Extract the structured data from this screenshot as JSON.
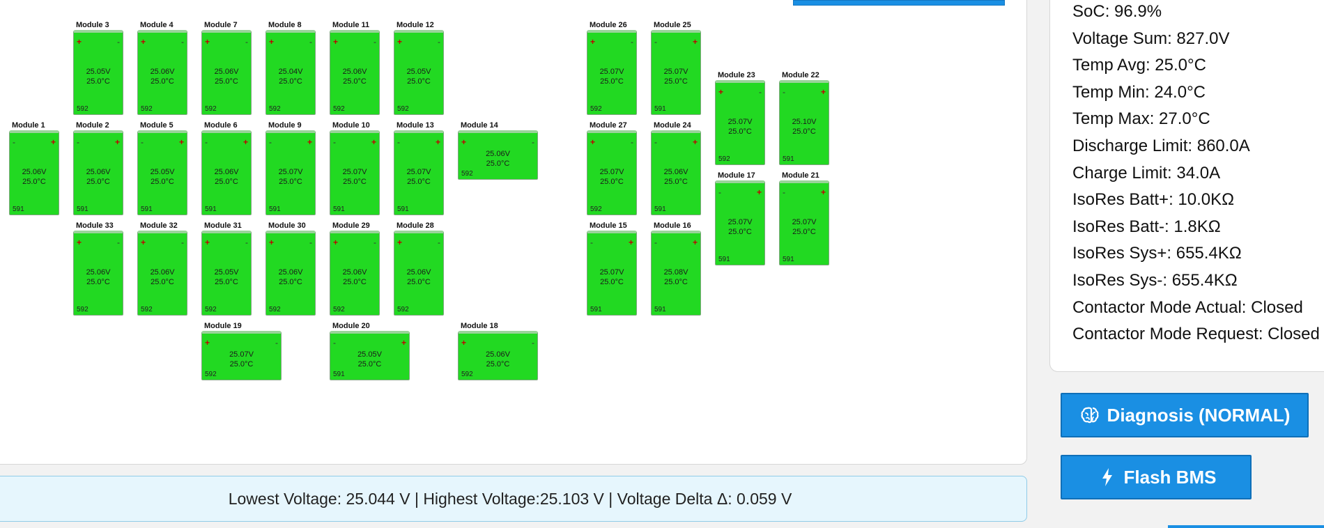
{
  "modules": [
    {
      "name": "Module 3",
      "voltage": "25.05V",
      "temp": "25.0°C",
      "id": "592",
      "left_term": "+",
      "right_term": "-"
    },
    {
      "name": "Module 4",
      "voltage": "25.06V",
      "temp": "25.0°C",
      "id": "592",
      "left_term": "+",
      "right_term": "-"
    },
    {
      "name": "Module 7",
      "voltage": "25.06V",
      "temp": "25.0°C",
      "id": "592",
      "left_term": "+",
      "right_term": "-"
    },
    {
      "name": "Module 8",
      "voltage": "25.04V",
      "temp": "25.0°C",
      "id": "592",
      "left_term": "+",
      "right_term": "-"
    },
    {
      "name": "Module 11",
      "voltage": "25.06V",
      "temp": "25.0°C",
      "id": "592",
      "left_term": "+",
      "right_term": "-"
    },
    {
      "name": "Module 12",
      "voltage": "25.05V",
      "temp": "25.0°C",
      "id": "592",
      "left_term": "+",
      "right_term": "-"
    },
    {
      "name": "Module 26",
      "voltage": "25.07V",
      "temp": "25.0°C",
      "id": "592",
      "left_term": "+",
      "right_term": "-"
    },
    {
      "name": "Module 25",
      "voltage": "25.07V",
      "temp": "25.0°C",
      "id": "591",
      "left_term": "-",
      "right_term": "+"
    },
    {
      "name": "Module 23",
      "voltage": "25.07V",
      "temp": "25.0°C",
      "id": "592",
      "left_term": "+",
      "right_term": "-"
    },
    {
      "name": "Module 22",
      "voltage": "25.10V",
      "temp": "25.0°C",
      "id": "591",
      "left_term": "-",
      "right_term": "+"
    },
    {
      "name": "Module 1",
      "voltage": "25.06V",
      "temp": "25.0°C",
      "id": "591",
      "left_term": "-",
      "right_term": "+"
    },
    {
      "name": "Module 2",
      "voltage": "25.06V",
      "temp": "25.0°C",
      "id": "591",
      "left_term": "-",
      "right_term": "+"
    },
    {
      "name": "Module 5",
      "voltage": "25.05V",
      "temp": "25.0°C",
      "id": "591",
      "left_term": "-",
      "right_term": "+"
    },
    {
      "name": "Module 6",
      "voltage": "25.06V",
      "temp": "25.0°C",
      "id": "591",
      "left_term": "-",
      "right_term": "+"
    },
    {
      "name": "Module 9",
      "voltage": "25.07V",
      "temp": "25.0°C",
      "id": "591",
      "left_term": "-",
      "right_term": "+"
    },
    {
      "name": "Module 10",
      "voltage": "25.07V",
      "temp": "25.0°C",
      "id": "591",
      "left_term": "-",
      "right_term": "+"
    },
    {
      "name": "Module 13",
      "voltage": "25.07V",
      "temp": "25.0°C",
      "id": "591",
      "left_term": "-",
      "right_term": "+"
    },
    {
      "name": "Module 14",
      "voltage": "25.06V",
      "temp": "25.0°C",
      "id": "592",
      "left_term": "+",
      "right_term": "-"
    },
    {
      "name": "Module 27",
      "voltage": "25.07V",
      "temp": "25.0°C",
      "id": "592",
      "left_term": "+",
      "right_term": "-"
    },
    {
      "name": "Module 24",
      "voltage": "25.06V",
      "temp": "25.0°C",
      "id": "591",
      "left_term": "-",
      "right_term": "+"
    },
    {
      "name": "Module 17",
      "voltage": "25.07V",
      "temp": "25.0°C",
      "id": "591",
      "left_term": "-",
      "right_term": "+"
    },
    {
      "name": "Module 21",
      "voltage": "25.07V",
      "temp": "25.0°C",
      "id": "591",
      "left_term": "-",
      "right_term": "+"
    },
    {
      "name": "Module 33",
      "voltage": "25.06V",
      "temp": "25.0°C",
      "id": "592",
      "left_term": "+",
      "right_term": "-"
    },
    {
      "name": "Module 32",
      "voltage": "25.06V",
      "temp": "25.0°C",
      "id": "592",
      "left_term": "+",
      "right_term": "-"
    },
    {
      "name": "Module 31",
      "voltage": "25.05V",
      "temp": "25.0°C",
      "id": "592",
      "left_term": "+",
      "right_term": "-"
    },
    {
      "name": "Module 30",
      "voltage": "25.06V",
      "temp": "25.0°C",
      "id": "592",
      "left_term": "+",
      "right_term": "-"
    },
    {
      "name": "Module 29",
      "voltage": "25.06V",
      "temp": "25.0°C",
      "id": "592",
      "left_term": "+",
      "right_term": "-"
    },
    {
      "name": "Module 28",
      "voltage": "25.06V",
      "temp": "25.0°C",
      "id": "592",
      "left_term": "+",
      "right_term": "-"
    },
    {
      "name": "Module 15",
      "voltage": "25.07V",
      "temp": "25.0°C",
      "id": "591",
      "left_term": "-",
      "right_term": "+"
    },
    {
      "name": "Module 16",
      "voltage": "25.08V",
      "temp": "25.0°C",
      "id": "591",
      "left_term": "-",
      "right_term": "+"
    },
    {
      "name": "Module 19",
      "voltage": "25.07V",
      "temp": "25.0°C",
      "id": "592",
      "left_term": "+",
      "right_term": "-"
    },
    {
      "name": "Module 20",
      "voltage": "25.05V",
      "temp": "25.0°C",
      "id": "591",
      "left_term": "-",
      "right_term": "+"
    },
    {
      "name": "Module 18",
      "voltage": "25.06V",
      "temp": "25.0°C",
      "id": "592",
      "left_term": "+",
      "right_term": "-"
    }
  ],
  "stats": [
    "SoC: 96.9%",
    "Voltage Sum: 827.0V",
    "Temp Avg: 25.0°C",
    "Temp Min: 24.0°C",
    "Temp Max: 27.0°C",
    "Discharge Limit: 860.0A",
    "Charge Limit: 34.0A",
    "IsoRes Batt+: 10.0KΩ",
    "IsoRes Batt-: 1.8KΩ",
    "IsoRes Sys+: 655.4KΩ",
    "IsoRes Sys-: 655.4KΩ",
    "Contactor Mode Actual: Closed",
    "Contactor Mode Request: Closed"
  ],
  "voltage_summary": "Lowest Voltage: 25.044 V | Highest Voltage:25.103 V | Voltage Delta Δ: 0.059 V",
  "buttons": {
    "diagnosis_label": "Diagnosis (NORMAL)",
    "diagnosis_icon": "brain-icon",
    "flash_label": "Flash BMS",
    "flash_icon": "lightning-icon"
  },
  "colors": {
    "cell_green": "#22d922",
    "accent_blue": "#1a8fe3",
    "positive_terminal": "#c00000"
  }
}
